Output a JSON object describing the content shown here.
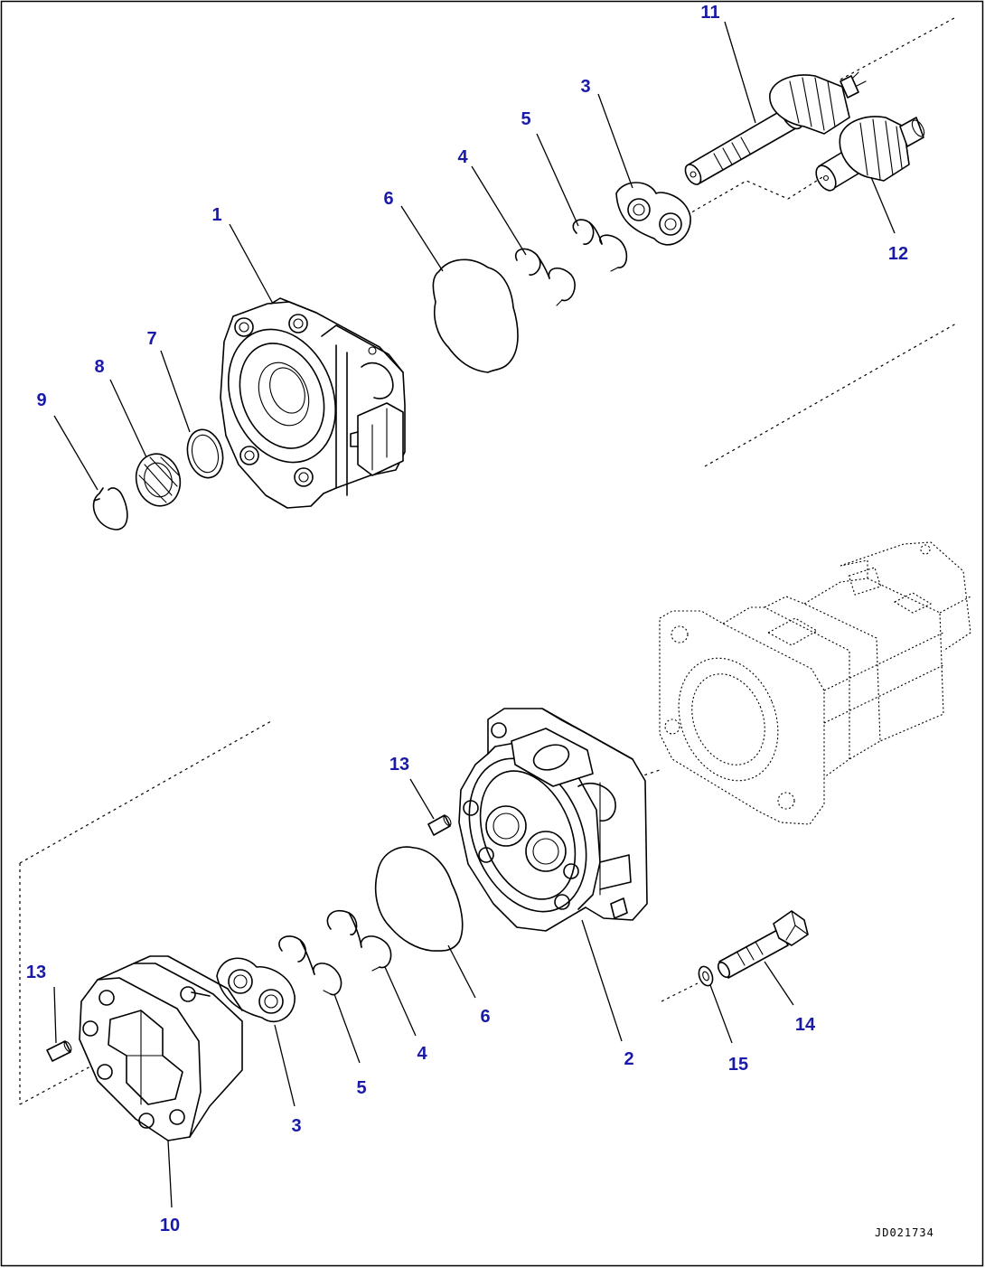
{
  "diagram_code": "JD021734",
  "callouts": {
    "c1": "1",
    "c2": "2",
    "c3a": "3",
    "c3b": "3",
    "c4a": "4",
    "c4b": "4",
    "c5a": "5",
    "c5b": "5",
    "c6a": "6",
    "c6b": "6",
    "c7": "7",
    "c8": "8",
    "c9": "9",
    "c10": "10",
    "c11": "11",
    "c12": "12",
    "c13a": "13",
    "c13b": "13",
    "c14": "14",
    "c15": "15"
  },
  "colors": {
    "callout": "#1a1aa8",
    "line": "#000000",
    "background": "#ffffff"
  }
}
